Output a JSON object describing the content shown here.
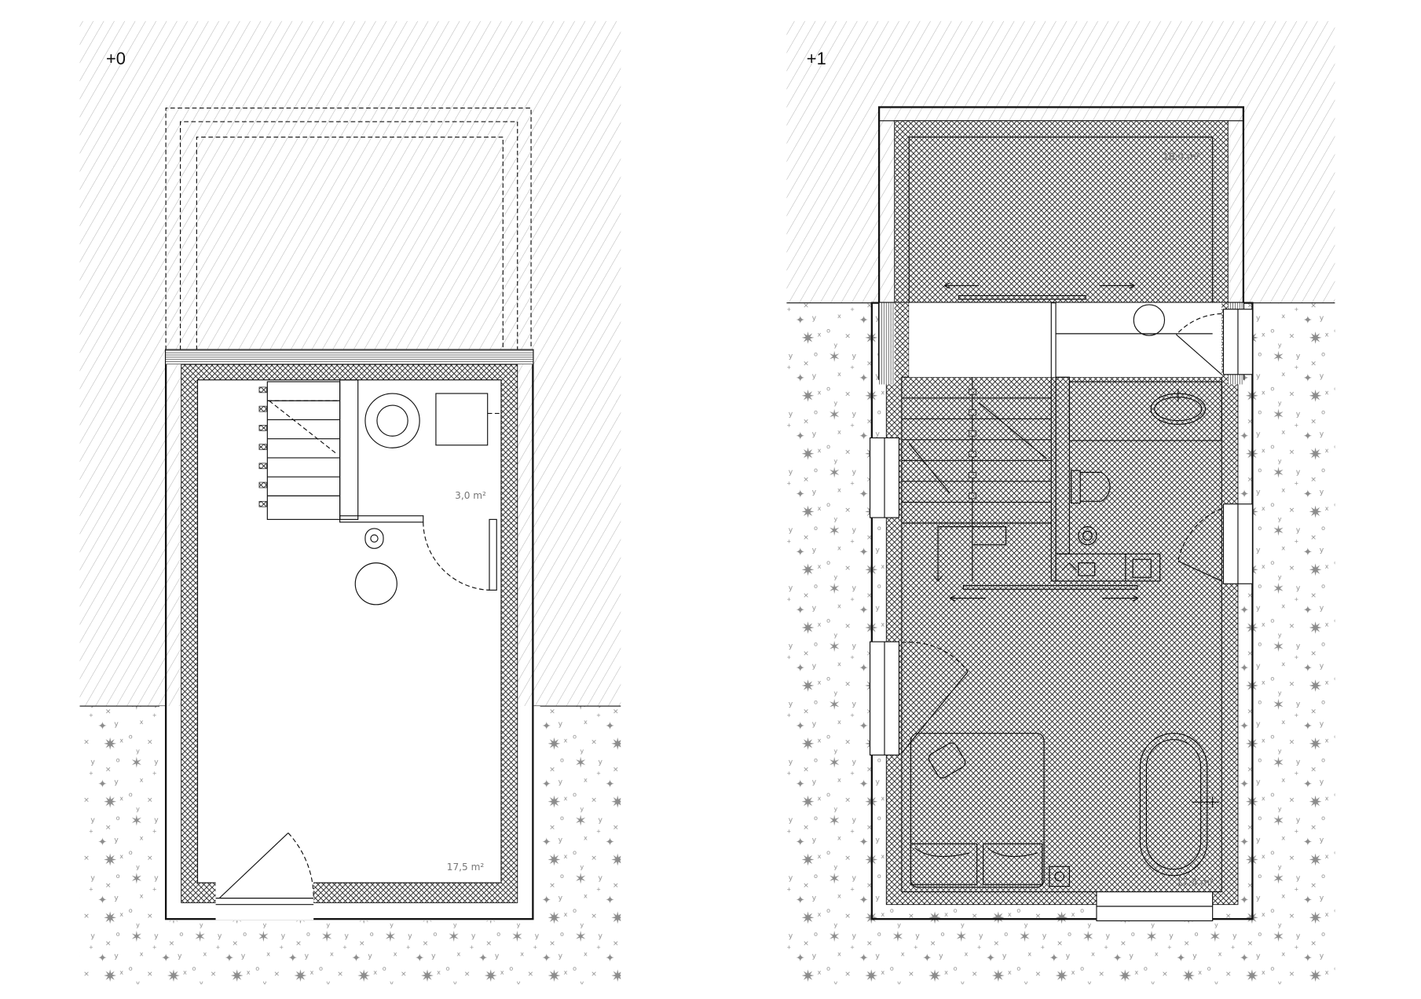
{
  "plans": [
    {
      "level": "+0",
      "rooms": [
        {
          "area": "3,0 m²"
        },
        {
          "area": "17,5 m²"
        }
      ]
    },
    {
      "level": "+1",
      "rooms": [
        {
          "area": "10,0 m²"
        },
        {
          "area": "17,4 m²"
        }
      ]
    }
  ],
  "colors": {
    "line": "#111111",
    "hatch": "#bdbdbd",
    "ground": "#8c8c8c",
    "label": "#777777"
  }
}
